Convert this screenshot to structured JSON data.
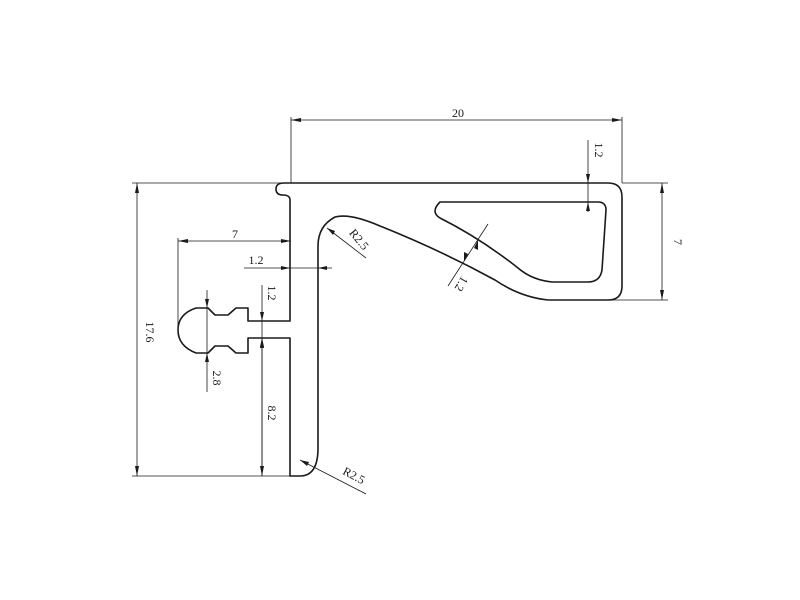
{
  "dimensions": {
    "overall_width": "20",
    "wall_top": "1.2",
    "lip_height": "7",
    "overall_height": "17.6",
    "barb_reach": "7",
    "wall_side": "1.2",
    "stem_thickness": "1.2",
    "barb_height": "2.8",
    "lower_leg": "8.2",
    "radius_inner": "R2.5",
    "radius_bottom": "R2.5",
    "wall_slope": "1.2"
  }
}
